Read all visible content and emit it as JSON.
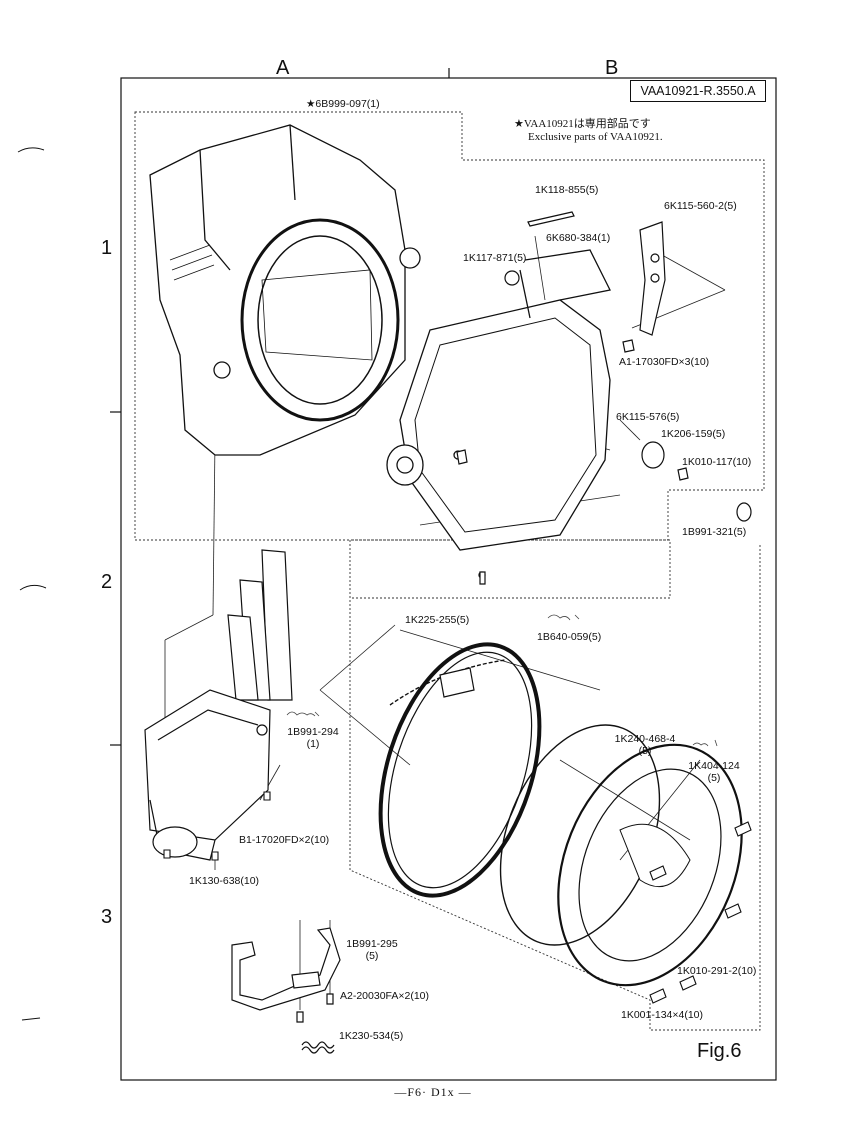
{
  "sheet": {
    "grid_columns": [
      "A",
      "B"
    ],
    "grid_rows": [
      "1",
      "2",
      "3"
    ],
    "document_number": "VAA10921-R.3550.A",
    "figure_label": "Fig.6",
    "footer": "—F6· D1x —"
  },
  "note": {
    "line1": "★VAA10921は専用部品です",
    "line2": "Exclusive parts of VAA10921."
  },
  "parts": {
    "mirror_box": "★6B999-097(1)",
    "p_1k118": "1K118-855(5)",
    "p_6k115_560": "6K115-560-2(5)",
    "p_6k680": "6K680-384(1)",
    "p_1k117": "1K117-871(5)",
    "p_a1": "A1-17030FD×3(10)",
    "p_6k115_576": "6K115-576(5)",
    "p_1k206": "1K206-159(5)",
    "p_1k010_117": "1K010-117(10)",
    "p_1b991_321": "1B991-321(5)",
    "p_1k225": "1K225-255(5)",
    "p_1b640": "1B640-059(5)",
    "p_1b991_294": "1B991-294",
    "p_1b991_294_q": "(1)",
    "p_b1": "B1-17020FD×2(10)",
    "p_1k130": "1K130-638(10)",
    "p_1k240": "1K240-468-4",
    "p_1k240_q": "(5)",
    "p_1k404": "1K404-124",
    "p_1k404_q": "(5)",
    "p_1k010_291": "1K010-291-2(10)",
    "p_1k001": "1K001-134×4(10)",
    "p_1b991_295": "1B991-295",
    "p_1b991_295_q": "(5)",
    "p_a2": "A2-20030FA×2(10)",
    "p_1k230": "1K230-534(5)"
  }
}
